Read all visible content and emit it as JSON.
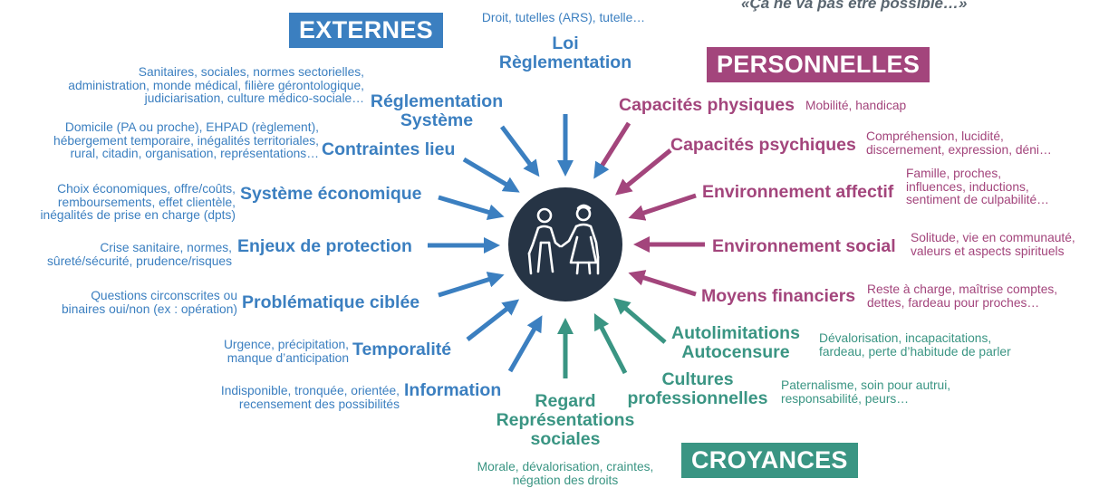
{
  "quote": "«Ça ne va pas être possible…»",
  "colors": {
    "externes": "#3b7fc0",
    "personnelles": "#a3457c",
    "croyances": "#3a9583",
    "center": "#263445"
  },
  "center_icon": "elderly-couple-icon",
  "categories": {
    "externes": "EXTERNES",
    "personnelles": "PERSONNELLES",
    "croyances": "CROYANCES"
  },
  "externes": [
    {
      "label": "Loi\nRèglementation",
      "desc": "Droit, tutelles (ARS), tutelle…"
    },
    {
      "label": "Réglementation\nSystème",
      "desc": "Sanitaires, sociales, normes sectorielles,\nadministration, monde médical, filière gérontologique,\njudiciarisation, culture médico-sociale…"
    },
    {
      "label": "Contraintes lieu",
      "desc": "Domicile (PA ou proche), EHPAD (règlement),\nhébergement temporaire, inégalités territoriales,\nrural, citadin, organisation, représentations…"
    },
    {
      "label": "Système économique",
      "desc": "Choix économiques, offre/coûts,\nremboursements, effet clientèle,\ninégalités de prise en charge (dpts)"
    },
    {
      "label": "Enjeux de protection",
      "desc": "Crise sanitaire, normes,\nsûreté/sécurité, prudence/risques"
    },
    {
      "label": "Problématique ciblée",
      "desc": "Questions circonscrites ou\nbinaires oui/non (ex : opération)"
    },
    {
      "label": "Temporalité",
      "desc": "Urgence, précipitation,\nmanque d’anticipation"
    },
    {
      "label": "Information",
      "desc": "Indisponible, tronquée, orientée,\nrecensement des possibilités"
    }
  ],
  "personnelles": [
    {
      "label": "Capacités physiques",
      "desc": "Mobilité, handicap"
    },
    {
      "label": "Capacités psychiques",
      "desc": "Compréhension, lucidité,\ndiscernement, expression, déni…"
    },
    {
      "label": "Environnement affectif",
      "desc": "Famille, proches,\ninfluences, inductions,\nsentiment de culpabilité…"
    },
    {
      "label": "Environnement social",
      "desc": "Solitude, vie en communauté,\nvaleurs et aspects spirituels"
    },
    {
      "label": "Moyens financiers",
      "desc": "Reste à charge, maîtrise comptes,\ndettes, fardeau pour proches…"
    }
  ],
  "croyances": [
    {
      "label": "Autolimitations\nAutocensure",
      "desc": "Dévalorisation, incapacitations,\nfardeau, perte d’habitude de parler"
    },
    {
      "label": "Cultures\nprofessionnelles",
      "desc": "Paternalisme, soin pour autrui,\nresponsabilité, peurs…"
    },
    {
      "label": "Regard\nReprésentations\nsociales",
      "desc": "Morale, dévalorisation, craintes,\nnégation des droits"
    }
  ]
}
